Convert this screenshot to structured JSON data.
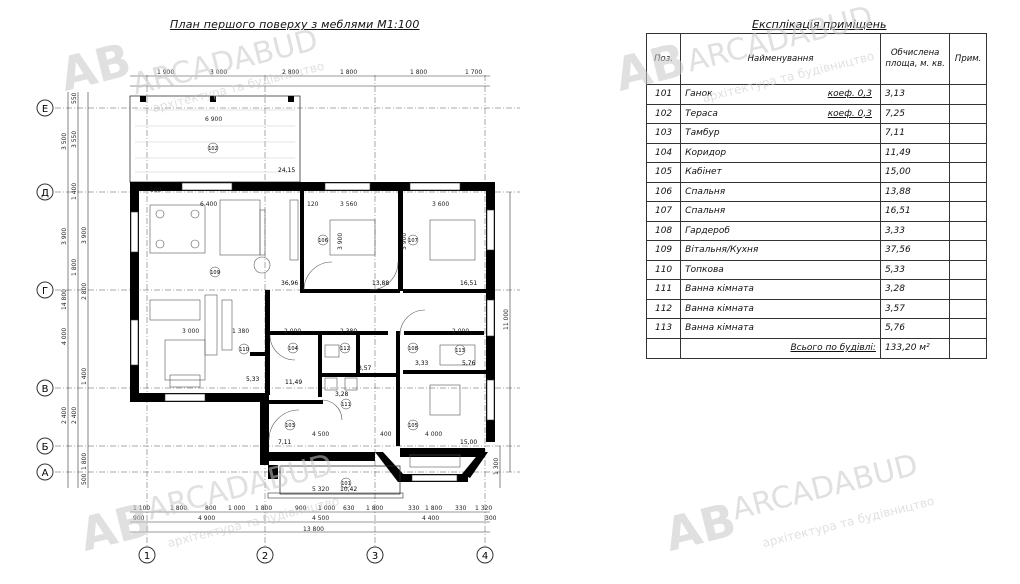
{
  "plan": {
    "title": "План першого поверху з меблями М1:100",
    "axes_letters": [
      "Е",
      "Д",
      "Г",
      "В",
      "Б",
      "А"
    ],
    "axes_numbers": [
      "1",
      "2",
      "3",
      "4"
    ],
    "top_dims_1": [
      "1 900",
      "3 000",
      "2 800",
      "1 800",
      "1 800",
      "1 700"
    ],
    "top_dim_2": "6 900",
    "left_dims_1": [
      "550",
      "3 550",
      "1 400",
      "3 900",
      "1 800",
      "2 800",
      "1 400",
      "2 400",
      "1 800",
      "500"
    ],
    "left_dims_2": [
      "3 500",
      "3 900",
      "4 000",
      "2 400",
      "14 800"
    ],
    "right_dims": [
      "11 000",
      "1 300"
    ],
    "bottom_dims_1": [
      "1 100",
      "1 800",
      "800",
      "1 000",
      "1 800",
      "900",
      "1 000",
      "630",
      "1 800",
      "330",
      "1 800",
      "330",
      "1 320"
    ],
    "bottom_dims_2": [
      "900",
      "4 900",
      "4 500",
      "4 400",
      "300"
    ],
    "bottom_total": "13 800",
    "rooms": [
      {
        "n": "101",
        "area": "10,42"
      },
      {
        "n": "102",
        "area": "24,15"
      },
      {
        "n": "103",
        "area": "7,11"
      },
      {
        "n": "104",
        "area": "11,49"
      },
      {
        "n": "105",
        "area": "15,00"
      },
      {
        "n": "106",
        "area": "13,88"
      },
      {
        "n": "107",
        "area": "16,51"
      },
      {
        "n": "108",
        "area": "3,33"
      },
      {
        "n": "109",
        "area": "36,96"
      },
      {
        "n": "110",
        "area": "5,33"
      },
      {
        "n": "111",
        "area": "3,28"
      },
      {
        "n": "112",
        "area": "3,57"
      },
      {
        "n": "113",
        "area": "5,76"
      }
    ],
    "inner_dims": [
      "6 400",
      "3 560",
      "3 600",
      "3 900",
      "3 900",
      "3 000",
      "1 380",
      "2 000",
      "2 380",
      "2 000",
      "4 500",
      "4 000",
      "5 320",
      "500",
      "400",
      "120"
    ]
  },
  "table": {
    "title": "Експлікація приміщень",
    "headers": {
      "pos": "Поз.",
      "name": "Найменування",
      "area": "Обчислена площа, м. кв.",
      "note": "Прим."
    },
    "rows": [
      {
        "pos": "101",
        "name": "Ганок",
        "coef": "коеф. 0,3",
        "area": "3,13"
      },
      {
        "pos": "102",
        "name": "Тераса",
        "coef": "коеф. 0,3",
        "area": "7,25"
      },
      {
        "pos": "103",
        "name": "Тамбур",
        "coef": "",
        "area": "7,11"
      },
      {
        "pos": "104",
        "name": "Коридор",
        "coef": "",
        "area": "11,49"
      },
      {
        "pos": "105",
        "name": "Кабінет",
        "coef": "",
        "area": "15,00"
      },
      {
        "pos": "106",
        "name": "Спальня",
        "coef": "",
        "area": "13,88"
      },
      {
        "pos": "107",
        "name": "Спальня",
        "coef": "",
        "area": "16,51"
      },
      {
        "pos": "108",
        "name": "Гардероб",
        "coef": "",
        "area": "3,33"
      },
      {
        "pos": "109",
        "name": "Вітальня/Кухня",
        "coef": "",
        "area": "37,56"
      },
      {
        "pos": "110",
        "name": "Топкова",
        "coef": "",
        "area": "5,33"
      },
      {
        "pos": "111",
        "name": "Ванна кімната",
        "coef": "",
        "area": "3,28"
      },
      {
        "pos": "112",
        "name": "Ванна кімната",
        "coef": "",
        "area": "3,57"
      },
      {
        "pos": "113",
        "name": "Ванна кімната",
        "coef": "",
        "area": "5,76"
      }
    ],
    "total_label": "Всього по будівлі:",
    "total_value": "133,20 м²"
  },
  "watermark": {
    "brand": "ARCADABUD",
    "tagline": "архітектура та будівництво",
    "logo": "AB"
  }
}
